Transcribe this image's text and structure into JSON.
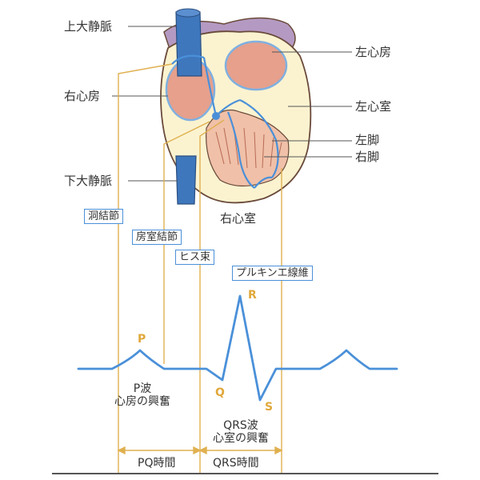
{
  "colors": {
    "ecg_line": "#4a90d9",
    "guide_line": "#e0b050",
    "wave_letter": "#e0a83a",
    "box_border": "#4a90d9",
    "heart_outline": "#6a4a3a",
    "myocardium": "#fbf3d0",
    "chamber": "#e6a08c",
    "vessel": "#3f77bd",
    "fat": "#b49ac2"
  },
  "structures": {
    "superior_vena_cava": "上大静脈",
    "right_atrium": "右心房",
    "inferior_vena_cava": "下大静脈",
    "left_atrium": "左心房",
    "left_ventricle": "左心室",
    "left_bundle": "左脚",
    "right_bundle": "右脚",
    "right_ventricle": "右心室"
  },
  "conduction": {
    "sa_node": "洞結節",
    "av_node": "房室結節",
    "his_bundle": "ヒス束",
    "purkinje": "プルキンエ線維"
  },
  "ecg": {
    "p": "P",
    "q": "Q",
    "r": "R",
    "s": "S",
    "p_wave_title": "P波",
    "p_wave_desc": "心房の興奮",
    "qrs_wave_title": "QRS波",
    "qrs_wave_desc": "心室の興奮"
  },
  "intervals": {
    "pq": "PQ時間",
    "qrs": "QRS時間"
  }
}
